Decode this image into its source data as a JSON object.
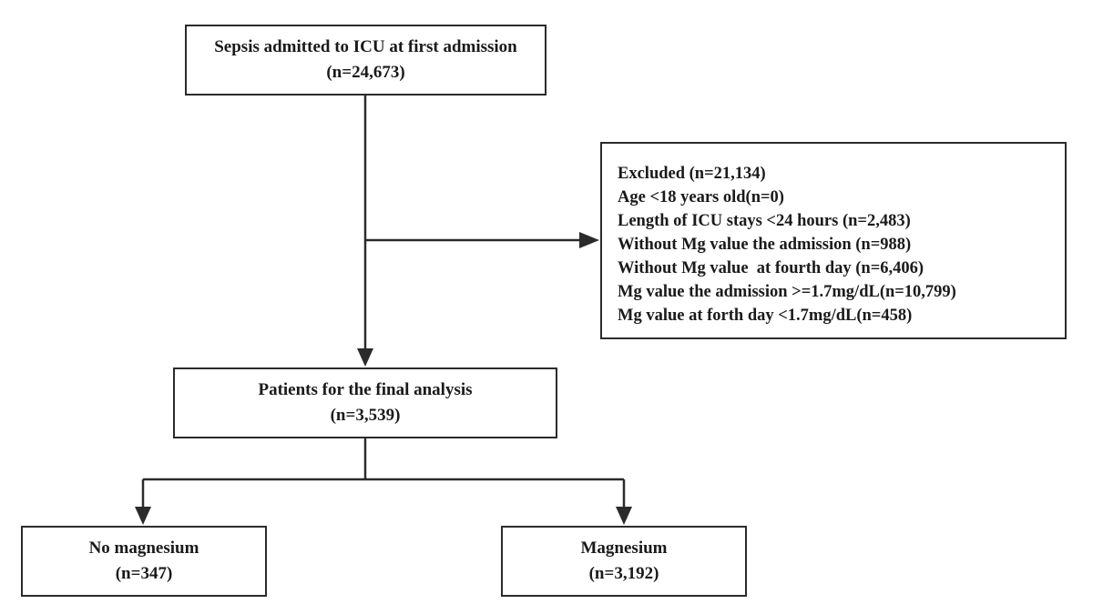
{
  "top": {
    "title": "Sepsis admitted to ICU at first admission",
    "count": "(n=24,673)"
  },
  "excluded": {
    "lines": [
      "Excluded (n=21,134)",
      "Age <18 years old(n=0)",
      "Length of ICU stays <24 hours (n=2,483)",
      "Without Mg value the admission (n=988)",
      "Without Mg value  at fourth day (n=6,406)",
      "Mg value the admission >=1.7mg/dL(n=10,799)",
      "Mg value at forth day <1.7mg/dL(n=458)"
    ]
  },
  "final": {
    "title": "Patients for the final analysis",
    "count": "(n=3,539)"
  },
  "no_mg": {
    "title": "No magnesium",
    "count": "(n=347)"
  },
  "mg": {
    "title": "Magnesium",
    "count": "(n=3,192)"
  },
  "colors": {
    "line": "#2b2b2b",
    "text": "#1a1a1a",
    "background": "#ffffff"
  }
}
